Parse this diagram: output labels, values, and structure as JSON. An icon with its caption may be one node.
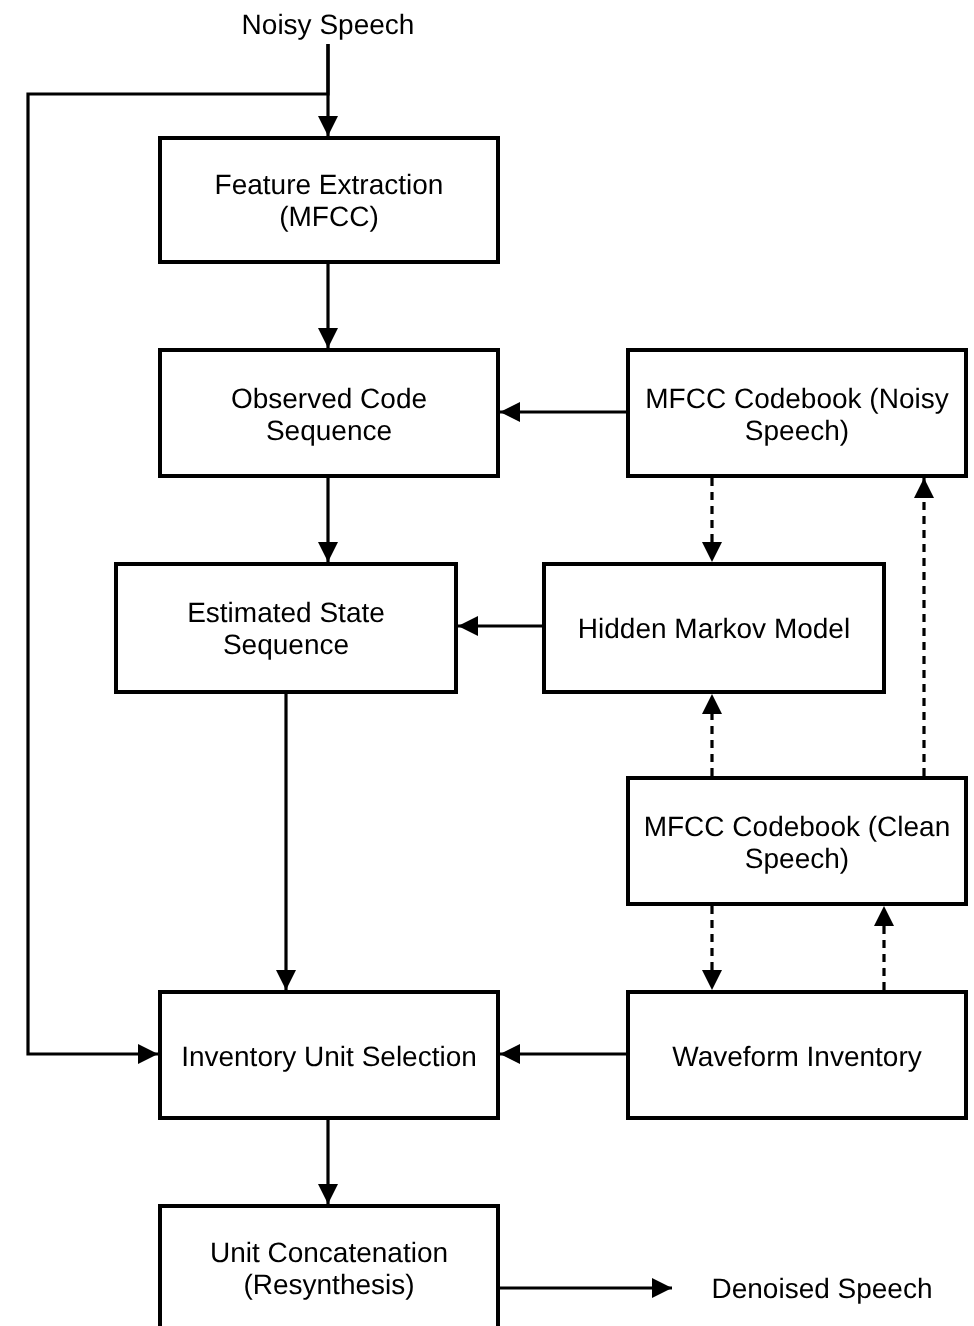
{
  "diagram": {
    "nodes": [
      {
        "text": [
          "Noisy Speech"
        ]
      },
      {
        "text": [
          "Feature Extraction (MFCC)"
        ]
      },
      {
        "text": [
          "Observed Code Sequence"
        ]
      },
      {
        "text": [
          "MFCC Codebook (Noisy Speech)"
        ]
      },
      {
        "text": [
          "Estimated State Sequence"
        ]
      },
      {
        "text": [
          "Hidden Markov Model"
        ]
      },
      {
        "text": [
          "MFCC Codebook (Clean Speech)"
        ]
      },
      {
        "text": [
          "Inventory Unit Selection"
        ]
      },
      {
        "text": [
          "Waveform Inventory"
        ]
      },
      {
        "text": [
          "Unit Concatenation (Resynthesis)"
        ]
      },
      {
        "text": [
          "Denoised Speech"
        ]
      }
    ],
    "edges": [
      {
        "from": 0,
        "to": 1,
        "arrow": "to"
      },
      {
        "from": 0,
        "to": 7,
        "arrow": "to"
      },
      {
        "from": 1,
        "to": 2,
        "arrow": "to"
      },
      {
        "from": 3,
        "to": 2,
        "arrow": "to"
      },
      {
        "from": 2,
        "to": 4,
        "arrow": "to"
      },
      {
        "from": 5,
        "to": 4,
        "arrow": "to"
      },
      {
        "from": 3,
        "to": 5,
        "arrow": "to",
        "style": "dashed"
      },
      {
        "from": 6,
        "to": 5,
        "arrow": "to",
        "style": "dashed"
      },
      {
        "from": 6,
        "to": 3,
        "arrow": "to",
        "style": "dashed"
      },
      {
        "from": 4,
        "to": 7,
        "arrow": "to"
      },
      {
        "from": 6,
        "to": 8,
        "arrow": "to",
        "style": "dashed"
      },
      {
        "from": 8,
        "to": 6,
        "arrow": "to",
        "style": "dashed"
      },
      {
        "from": 8,
        "to": 7,
        "arrow": "to"
      },
      {
        "from": 7,
        "to": 9,
        "arrow": "to"
      },
      {
        "from": 9,
        "to": 10,
        "arrow": "to"
      }
    ]
  }
}
